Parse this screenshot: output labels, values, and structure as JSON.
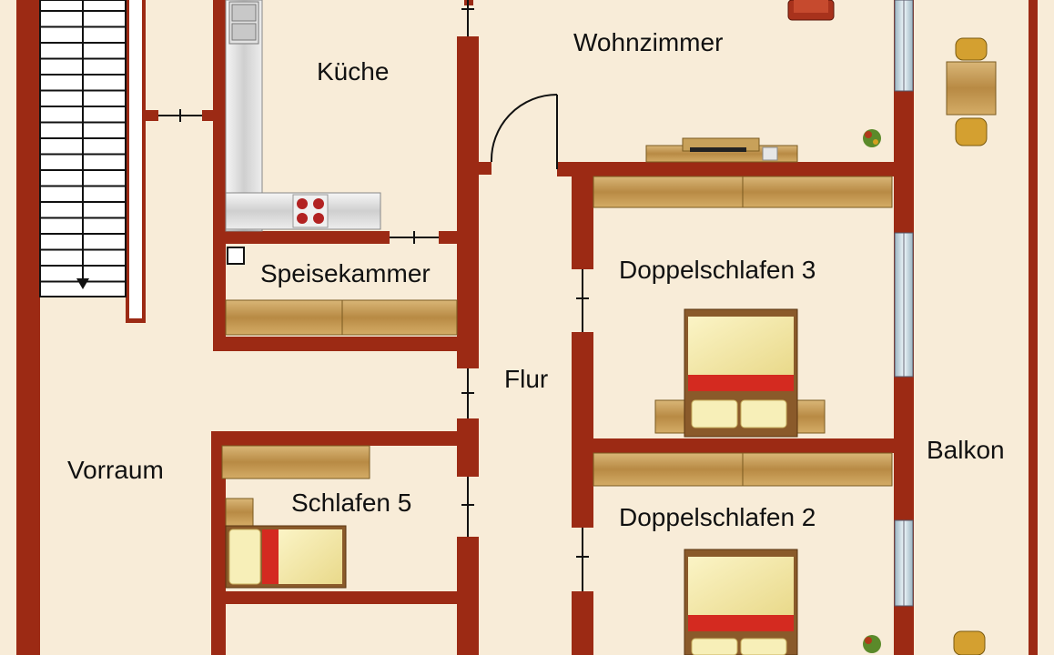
{
  "rooms": {
    "kueche": "Küche",
    "wohnzimmer": "Wohnzimmer",
    "speisekammer": "Speisekammer",
    "doppelschlafen3": "Doppelschlafen 3",
    "flur": "Flur",
    "balkon": "Balkon",
    "vorraum": "Vorraum",
    "schlafen5": "Schlafen 5",
    "doppelschlafen2": "Doppelschlafen 2"
  },
  "colors": {
    "wall": "#9c2a14",
    "floor": "#f8ecd8",
    "wood": "#c8a15a",
    "bed_sheet": "#f4eab0",
    "bed_red": "#d42a20",
    "window_glass": "#cfe0ea"
  }
}
